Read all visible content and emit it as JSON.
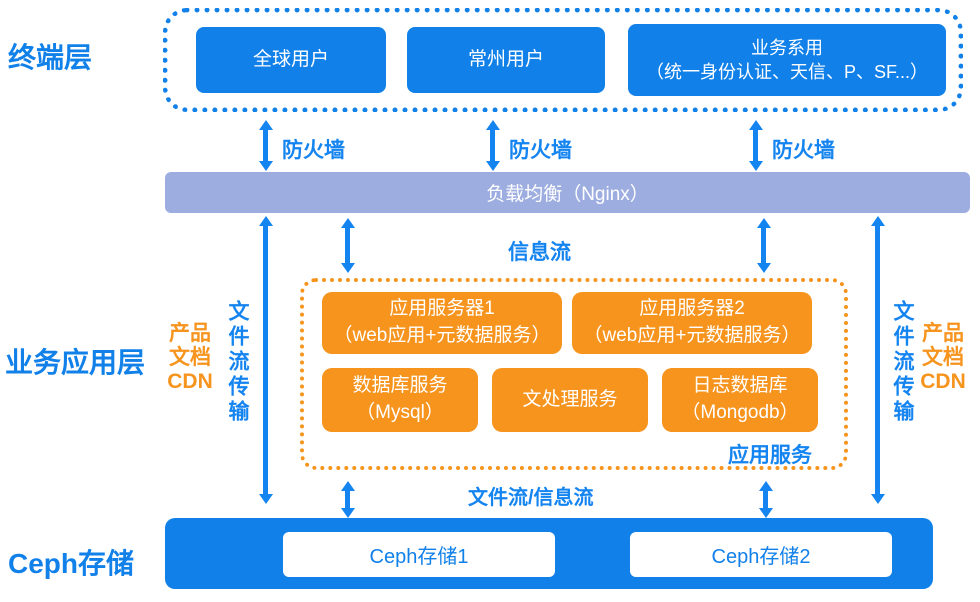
{
  "colors": {
    "accent_blue": "#1181e9",
    "arrow_blue": "#1484f0",
    "accent_orange": "#f6941e",
    "load_balancer_lavender": "#9dade0"
  },
  "terminal_layer": {
    "title": "终端层",
    "nodes": [
      {
        "label": "全球用户"
      },
      {
        "label": "常州用户"
      },
      {
        "label": "业务系用\n（统一身份认证、天信、P、SF...）"
      }
    ]
  },
  "firewalls": {
    "labels": [
      "防火墙",
      "防火墙",
      "防火墙"
    ]
  },
  "load_balancer": {
    "label": "负载均衡（Nginx）"
  },
  "flows": {
    "info": "信息流",
    "file_info": "文件流/信息流"
  },
  "business_layer": {
    "title": "业务应用层",
    "left_cdn": "产品\n文档\nCDN",
    "left_file_flow": "文件流传输",
    "right_file_flow": "文件流传输",
    "right_cdn": "产品\n文档\nCDN",
    "app_box_label": "应用服务",
    "nodes_row1": [
      {
        "label": "应用服务器1\n（web应用+元数据服务）"
      },
      {
        "label": "应用服务器2\n（web应用+元数据服务）"
      }
    ],
    "nodes_row2": [
      {
        "label": "数据库服务\n（Mysql）"
      },
      {
        "label": "文处理服务"
      },
      {
        "label": "日志数据库\n（Mongodb）"
      }
    ]
  },
  "storage_layer": {
    "title": "Ceph存储",
    "nodes": [
      {
        "label": "Ceph存储1"
      },
      {
        "label": "Ceph存储2"
      }
    ]
  }
}
